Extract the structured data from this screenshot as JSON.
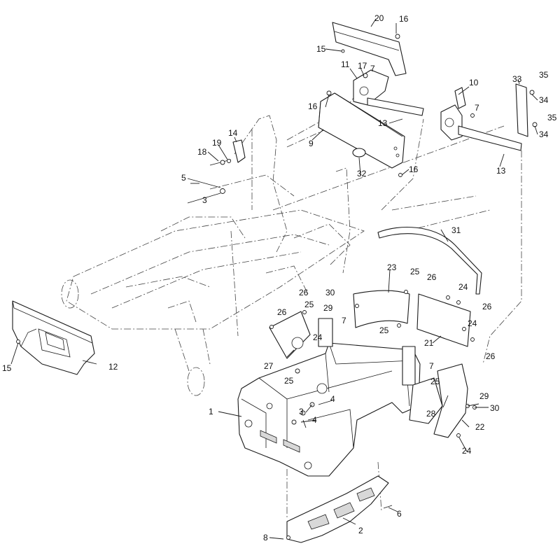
{
  "diagram": {
    "callouts": [
      {
        "id": "c1",
        "text": "1"
      },
      {
        "id": "c2",
        "text": "2"
      },
      {
        "id": "c3a",
        "text": "3"
      },
      {
        "id": "c3b",
        "text": "3"
      },
      {
        "id": "c4a",
        "text": "4"
      },
      {
        "id": "c4b",
        "text": "4"
      },
      {
        "id": "c5",
        "text": "5"
      },
      {
        "id": "c6",
        "text": "6"
      },
      {
        "id": "c7a",
        "text": "7"
      },
      {
        "id": "c7b",
        "text": "7"
      },
      {
        "id": "c7c",
        "text": "7"
      },
      {
        "id": "c7d",
        "text": "7"
      },
      {
        "id": "c8",
        "text": "8"
      },
      {
        "id": "c9",
        "text": "9"
      },
      {
        "id": "c10",
        "text": "10"
      },
      {
        "id": "c11",
        "text": "11"
      },
      {
        "id": "c12",
        "text": "12"
      },
      {
        "id": "c13a",
        "text": "13"
      },
      {
        "id": "c13b",
        "text": "13"
      },
      {
        "id": "c14",
        "text": "14"
      },
      {
        "id": "c15a",
        "text": "15"
      },
      {
        "id": "c15b",
        "text": "15"
      },
      {
        "id": "c16a",
        "text": "16"
      },
      {
        "id": "c16b",
        "text": "16"
      },
      {
        "id": "c16c",
        "text": "16"
      },
      {
        "id": "c17",
        "text": "17"
      },
      {
        "id": "c18",
        "text": "18"
      },
      {
        "id": "c19",
        "text": "19"
      },
      {
        "id": "c20",
        "text": "20"
      },
      {
        "id": "c21",
        "text": "21"
      },
      {
        "id": "c22",
        "text": "22"
      },
      {
        "id": "c23",
        "text": "23"
      },
      {
        "id": "c24a",
        "text": "24"
      },
      {
        "id": "c24b",
        "text": "24"
      },
      {
        "id": "c24c",
        "text": "24"
      },
      {
        "id": "c24d",
        "text": "24"
      },
      {
        "id": "c25a",
        "text": "25"
      },
      {
        "id": "c25b",
        "text": "25"
      },
      {
        "id": "c25c",
        "text": "25"
      },
      {
        "id": "c25d",
        "text": "25"
      },
      {
        "id": "c25e",
        "text": "25"
      },
      {
        "id": "c26a",
        "text": "26"
      },
      {
        "id": "c26b",
        "text": "26"
      },
      {
        "id": "c26c",
        "text": "26"
      },
      {
        "id": "c26d",
        "text": "26"
      },
      {
        "id": "c26e",
        "text": "26"
      },
      {
        "id": "c27",
        "text": "27"
      },
      {
        "id": "c28",
        "text": "28"
      },
      {
        "id": "c29a",
        "text": "29"
      },
      {
        "id": "c29b",
        "text": "29"
      },
      {
        "id": "c30a",
        "text": "30"
      },
      {
        "id": "c30b",
        "text": "30"
      },
      {
        "id": "c31",
        "text": "31"
      },
      {
        "id": "c32",
        "text": "32"
      },
      {
        "id": "c33",
        "text": "33"
      },
      {
        "id": "c34a",
        "text": "34"
      },
      {
        "id": "c34b",
        "text": "34"
      },
      {
        "id": "c35a",
        "text": "35"
      },
      {
        "id": "c35b",
        "text": "35"
      }
    ]
  }
}
